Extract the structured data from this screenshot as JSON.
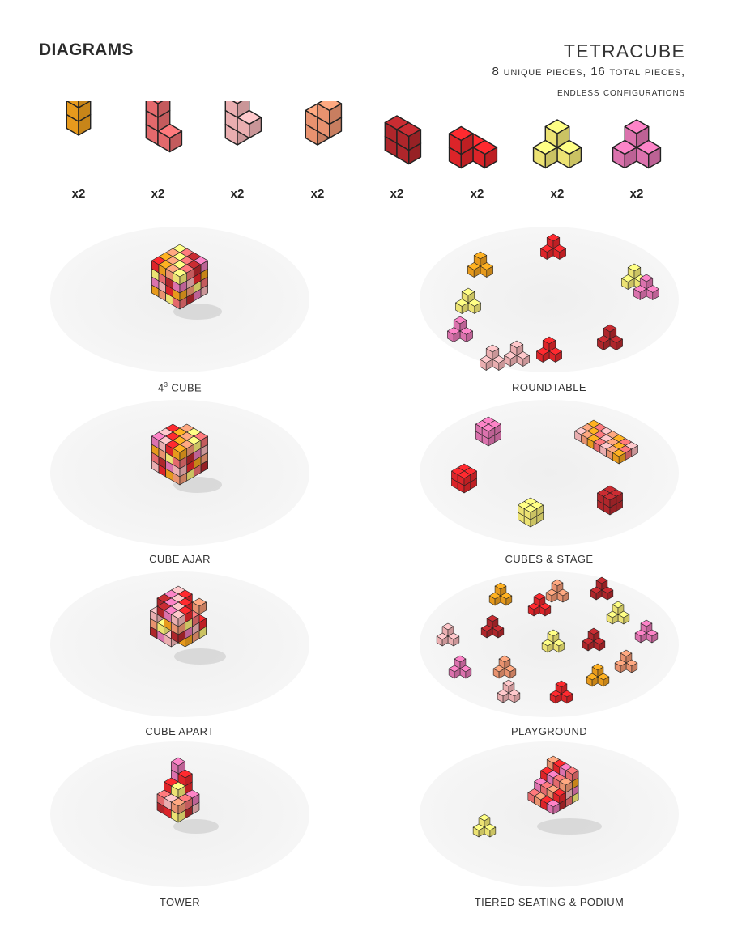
{
  "header": {
    "section_title": "DIAGRAMS",
    "product_title": "TETRACUBE",
    "subtitle_line1": "8 unique pieces, 16 total pieces,",
    "subtitle_line2": "endless configurations"
  },
  "colors": {
    "orange": "#f3a21f",
    "salmon": "#ef6f72",
    "pink_light": "#f6b7b9",
    "peach": "#f49a75",
    "dark_red": "#b8282d",
    "red": "#e8262b",
    "yellow": "#f8ee79",
    "magenta": "#e678b6"
  },
  "pieces": [
    {
      "icon": "orange-I-tetracube-icon",
      "count": "x2"
    },
    {
      "icon": "salmon-L-tetracube-icon",
      "count": "x2"
    },
    {
      "icon": "light-pink-L-tetracube-icon",
      "count": "x2"
    },
    {
      "icon": "peach-S-tetracube-icon",
      "count": "x2"
    },
    {
      "icon": "dark-red-square-tetracube-icon",
      "count": "x2"
    },
    {
      "icon": "red-twist-tetracube-icon",
      "count": "x2"
    },
    {
      "icon": "yellow-twist-tetracube-icon",
      "count": "x2"
    },
    {
      "icon": "magenta-branch-tetracube-icon",
      "count": "x2"
    }
  ],
  "configurations": [
    {
      "base": "4",
      "exp": "3",
      "rest": " CUBE"
    },
    {
      "label": "ROUNDTABLE"
    },
    {
      "label": "CUBE AJAR"
    },
    {
      "label": "CUBES & STAGE"
    },
    {
      "label": "CUBE APART"
    },
    {
      "label": "PLAYGROUND"
    },
    {
      "label": "TOWER"
    },
    {
      "label": "TIERED SEATING & PODIUM"
    }
  ]
}
